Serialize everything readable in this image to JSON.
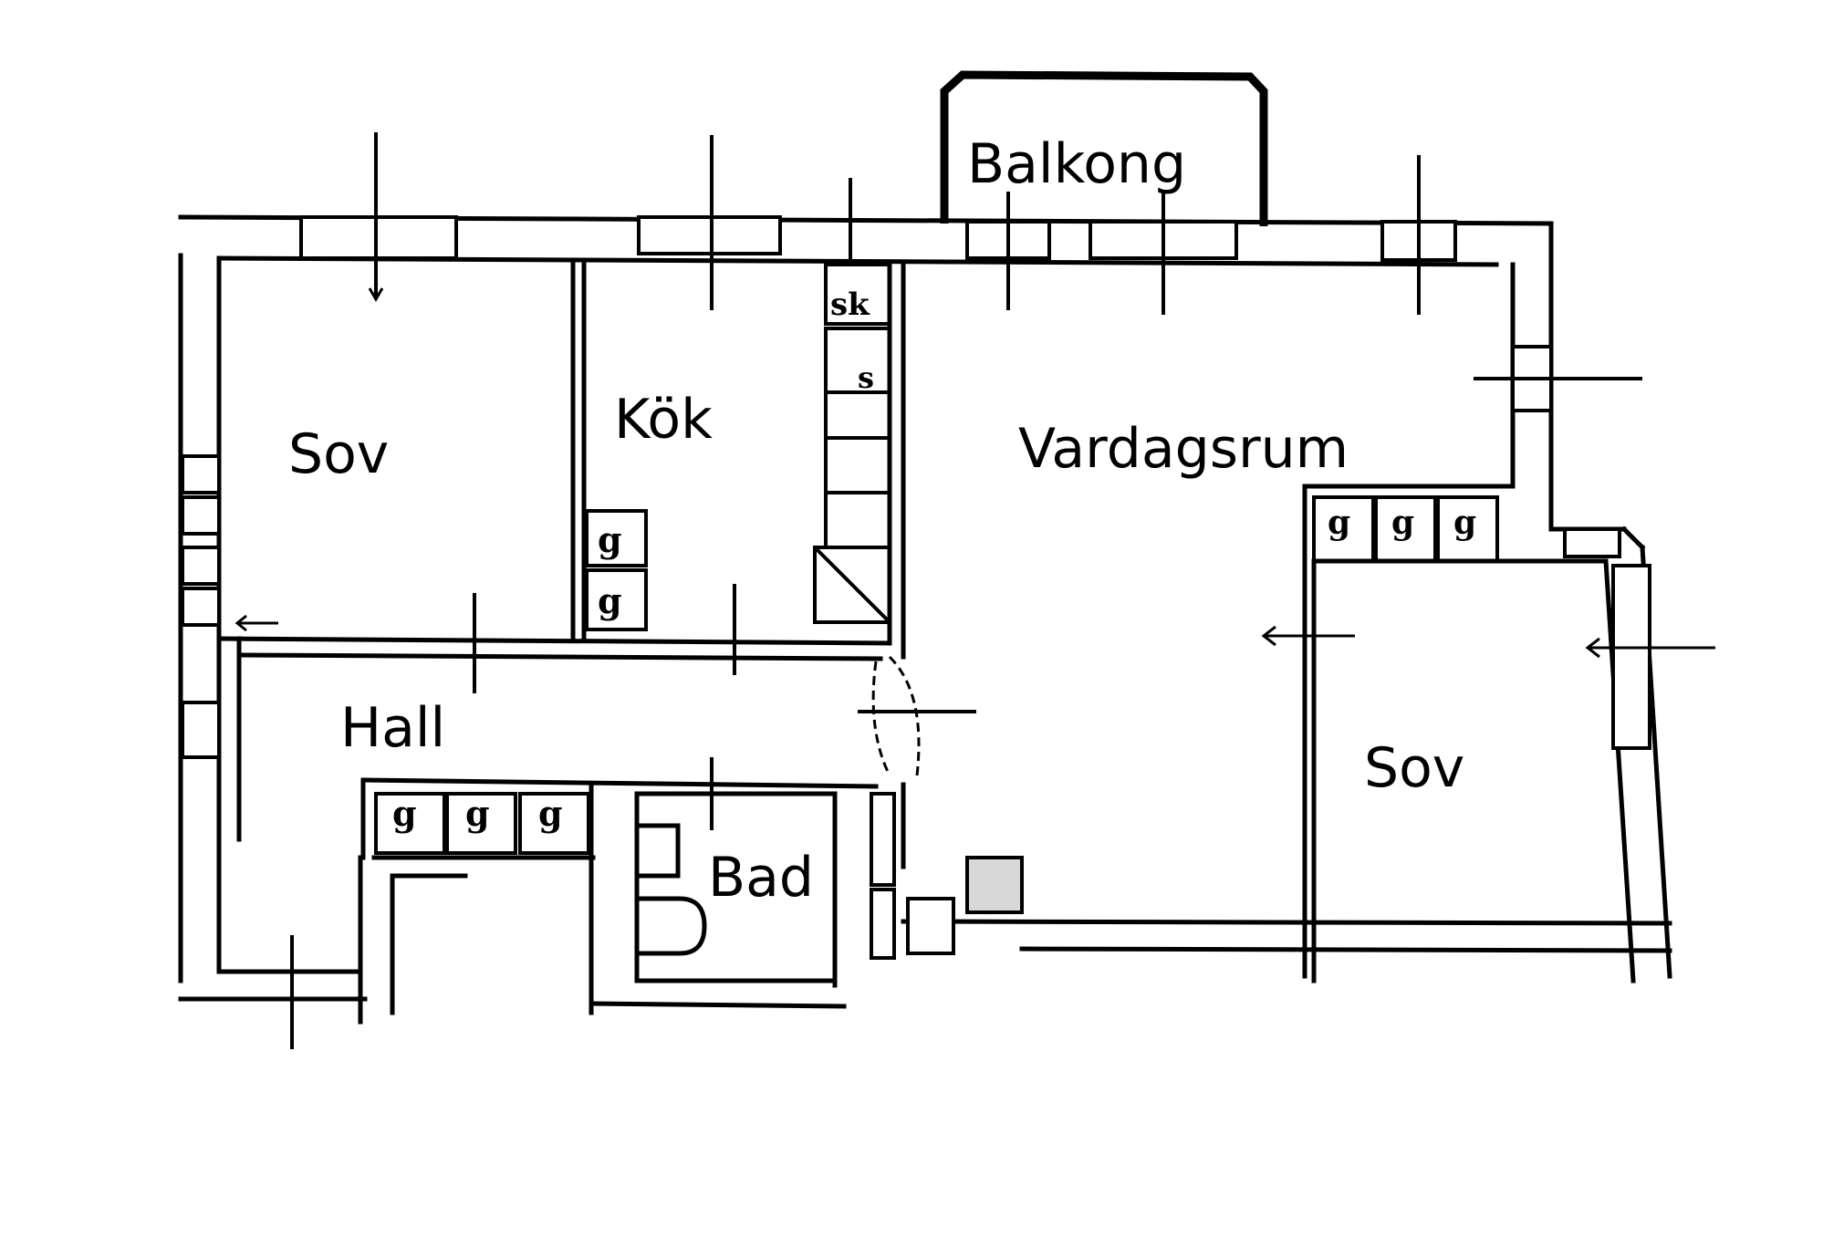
{
  "rooms": {
    "balkong": "Balkong",
    "sov_left": "Sov",
    "kok": "Kök",
    "vardagsrum": "Vardagsrum",
    "hall": "Hall",
    "bad": "Bad",
    "sov_right": "Sov"
  },
  "marks": {
    "skafferi": "sk",
    "skap": "s",
    "garderob": "g"
  },
  "colors": {
    "line": "#000000",
    "background": "#ffffff"
  }
}
